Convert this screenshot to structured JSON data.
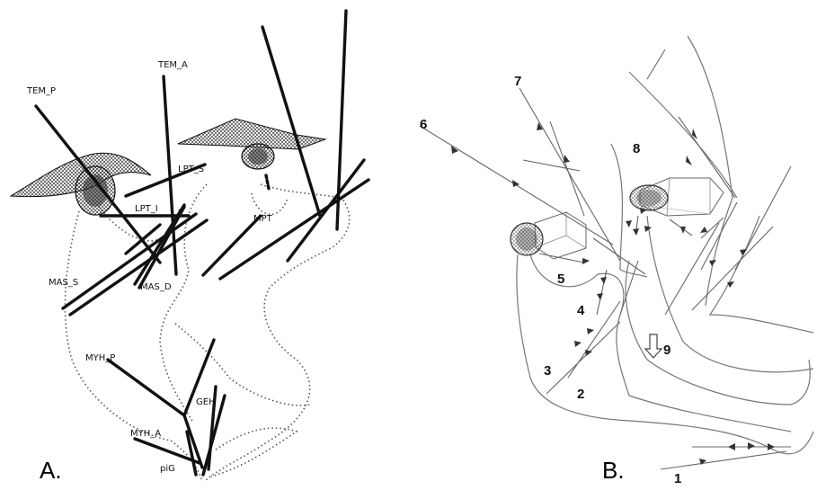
{
  "panels": {
    "a": {
      "label": "A.",
      "muscles": [
        "TEM_P",
        "TEM_A",
        "LPT_S",
        "LPT_I",
        "MPT",
        "MAS_S",
        "MAS_D",
        "MYH_P",
        "GEH",
        "MYH_A",
        "piG"
      ]
    },
    "b": {
      "label": "B.",
      "markers": [
        "1",
        "2",
        "3",
        "4",
        "5",
        "6",
        "7",
        "8",
        "9"
      ]
    }
  }
}
